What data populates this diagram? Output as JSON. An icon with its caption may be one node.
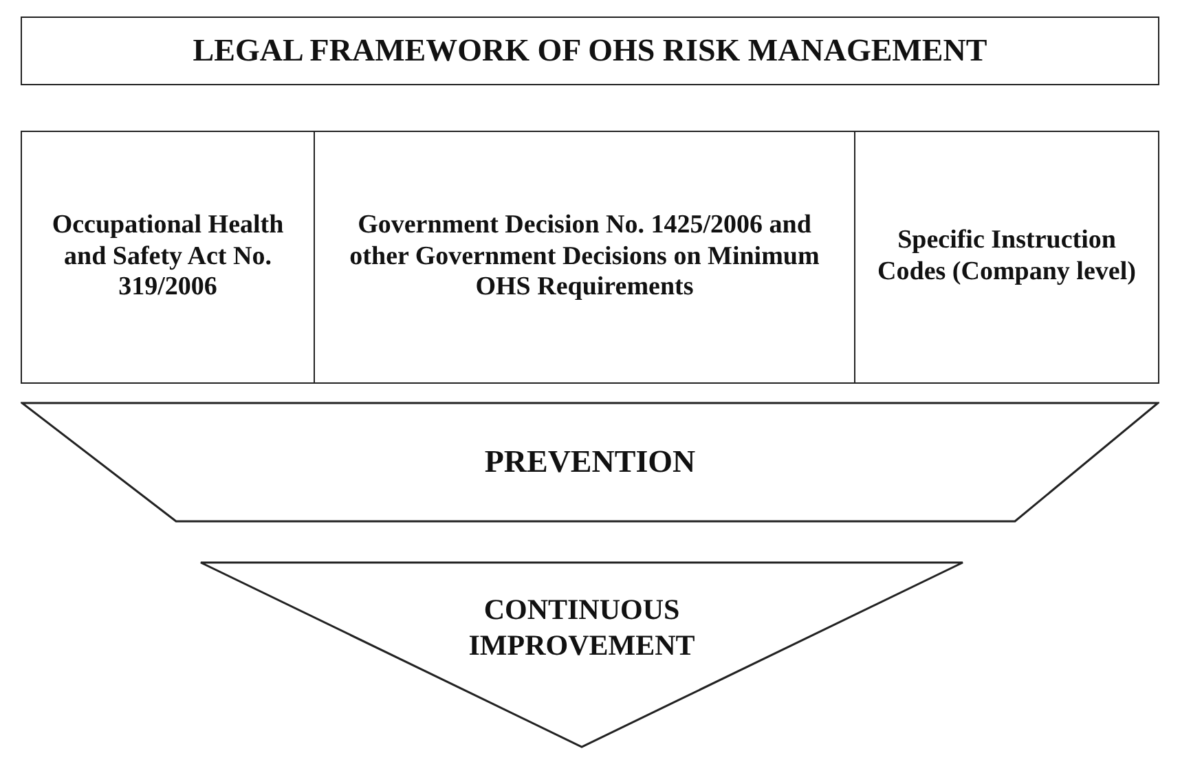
{
  "diagram": {
    "nodes": [
      {
        "text": [
          "LEGAL FRAMEWORK OF OHS RISK MANAGEMENT"
        ]
      },
      {
        "text": [
          "Occupational Health and Safety Act No. 319/2006"
        ]
      },
      {
        "text": [
          "Government Decision No. 1425/2006 and other Government Decisions on Minimum OHS Requirements"
        ]
      },
      {
        "text": [
          "Specific Instruction Codes (Company level)"
        ]
      },
      {
        "text": [
          "PREVENTION"
        ]
      },
      {
        "text": [
          "CONTINUOUS IMPROVEMENT"
        ]
      }
    ],
    "edges": []
  }
}
